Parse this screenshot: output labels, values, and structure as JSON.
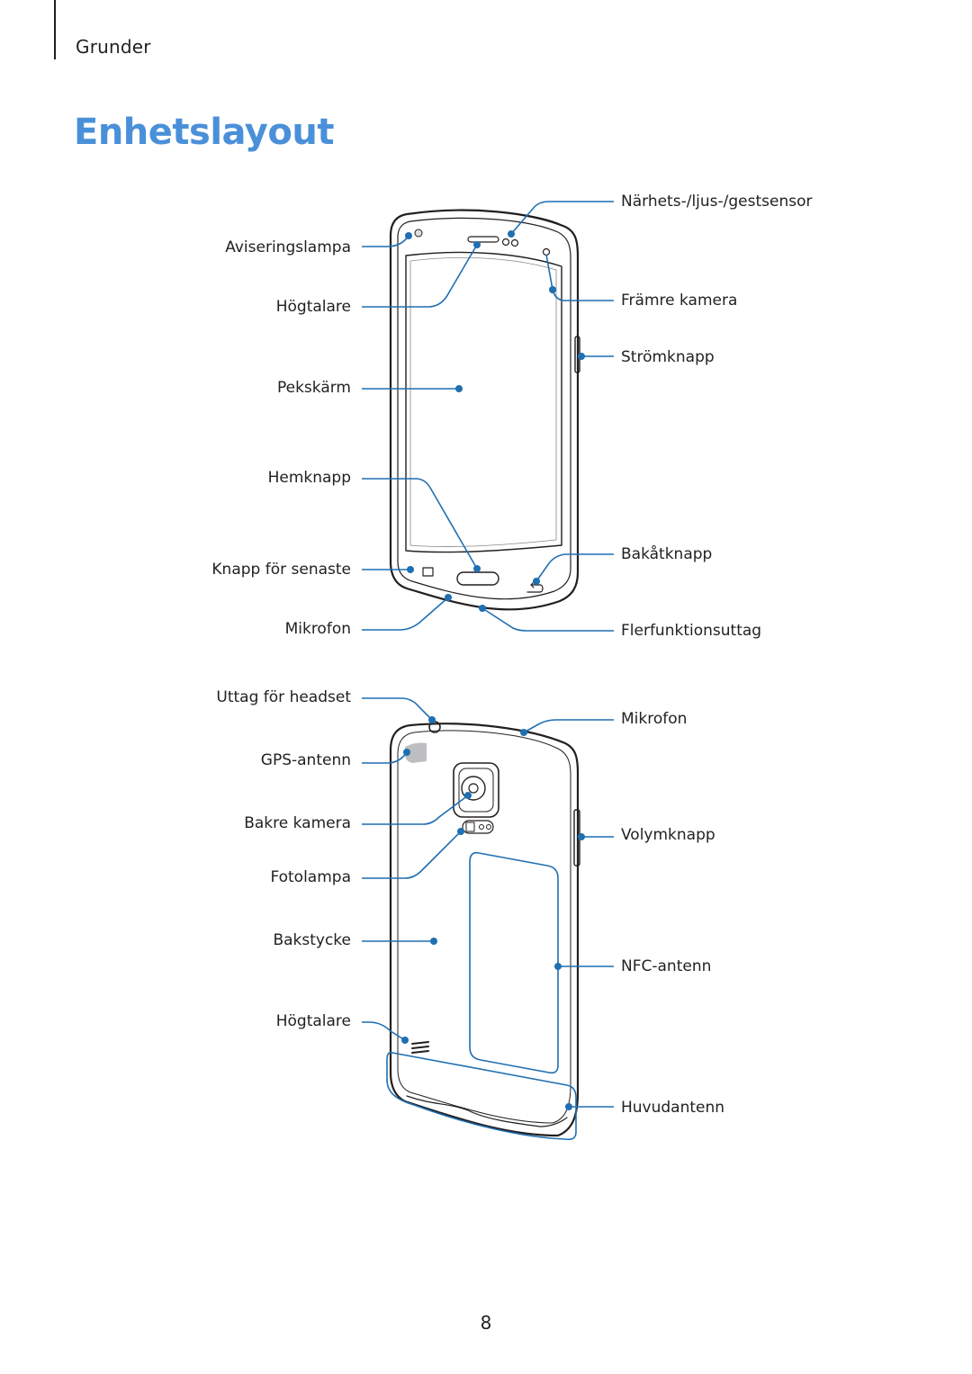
{
  "header": {
    "section": "Grunder",
    "title": "Enhetslayout"
  },
  "front_labels": {
    "notification_led": "Aviseringslampa",
    "earpiece": "Högtalare",
    "touchscreen": "Pekskärm",
    "home_key": "Hemknapp",
    "recent_apps_key": "Knapp för senaste",
    "microphone": "Mikrofon",
    "proximity_sensor": "Närhets-/ljus-/gestsensor",
    "front_camera": "Främre kamera",
    "power_key": "Strömknapp",
    "back_key": "Bakåtknapp",
    "multipurpose_jack": "Flerfunktionsuttag"
  },
  "back_labels": {
    "headset_jack": "Uttag för headset",
    "gps_antenna": "GPS-antenn",
    "rear_camera": "Bakre kamera",
    "flash": "Fotolampa",
    "back_cover": "Bakstycke",
    "speaker": "Högtalare",
    "microphone": "Mikrofon",
    "volume_key": "Volymknapp",
    "nfc_antenna": "NFC-antenn",
    "main_antenna": "Huvudantenn"
  },
  "colors": {
    "accent": "#4a90d9",
    "callout": "#1f6fb2",
    "outline": "#231f20",
    "gps_fill": "#bcbec0"
  },
  "footer": {
    "page_number": "8"
  }
}
